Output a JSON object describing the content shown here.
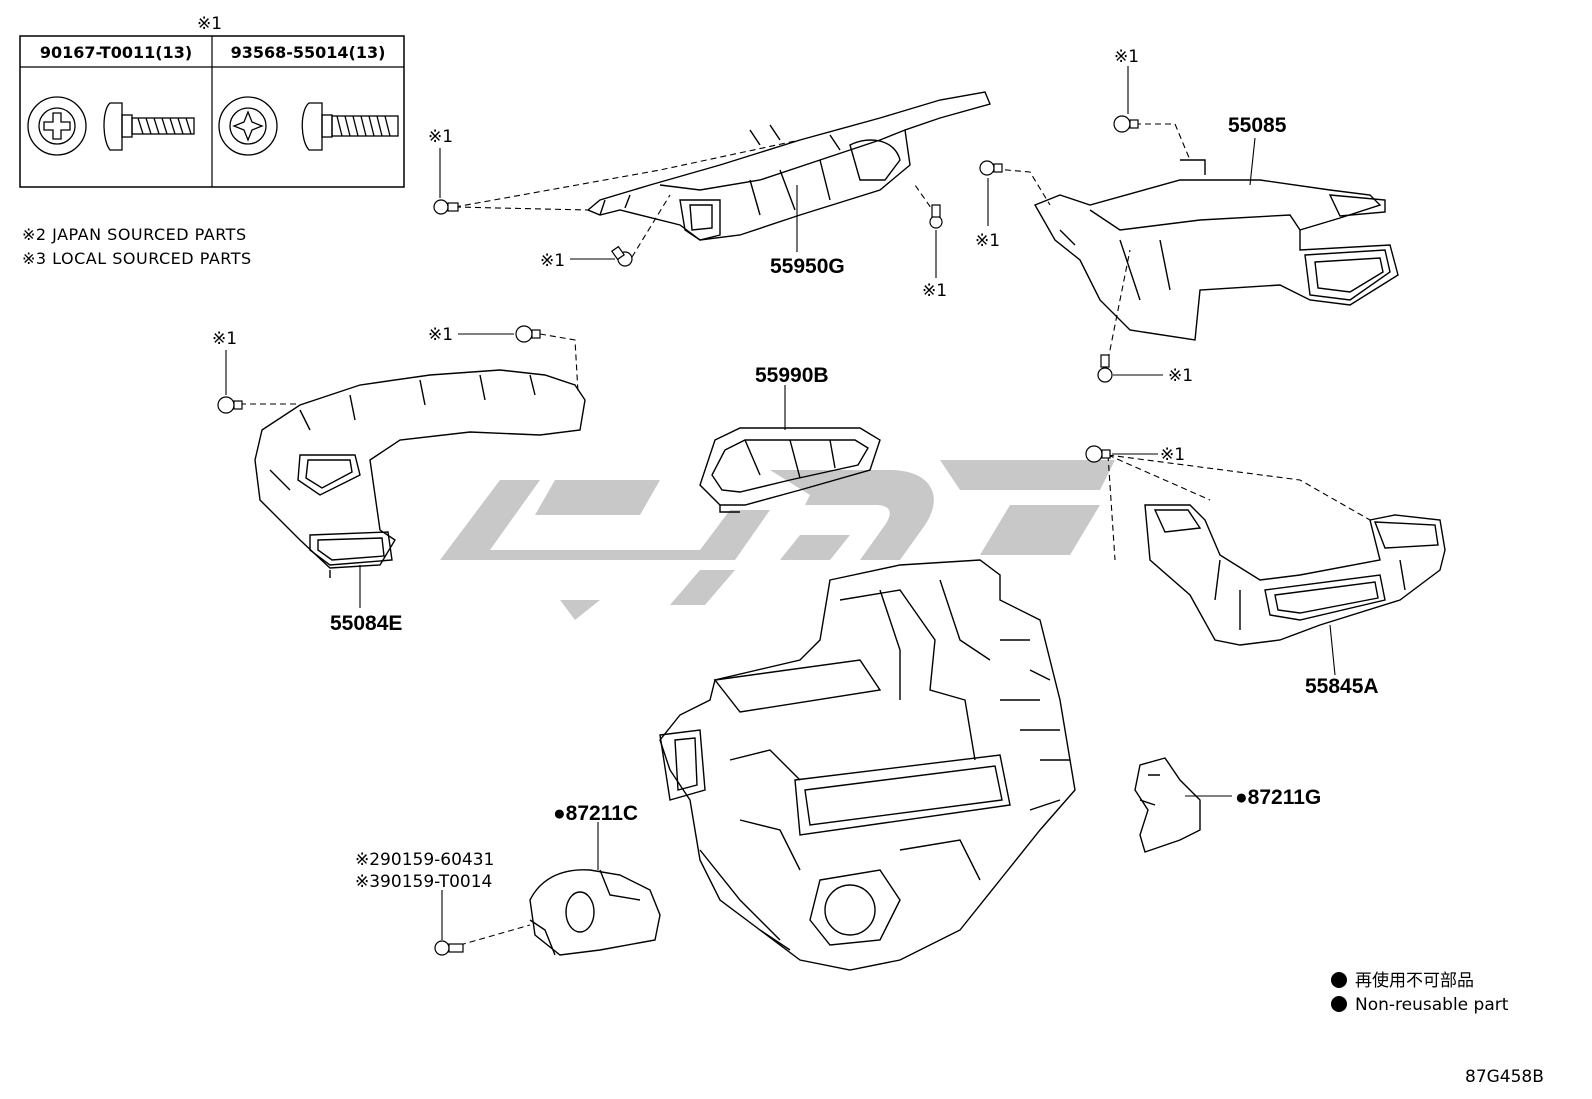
{
  "fastener_table": {
    "top_mark": "※1",
    "col1_part": "90167-T0011(13)",
    "col2_part": "93568-55014(13)"
  },
  "notes": {
    "japan": "※2 JAPAN SOURCED PARTS",
    "local": "※3 LOCAL SOURCED PARTS"
  },
  "callout_mark": "※1",
  "parts": {
    "p55950G": "55950G",
    "p55085": "55085",
    "p55990B": "55990B",
    "p55084E": "55084E",
    "p55845A": "55845A",
    "p87211C": "●87211C",
    "p87211G": "●87211G",
    "bolt_japan": "※290159-60431",
    "bolt_local": "※390159-T0014"
  },
  "legend": {
    "jp": "再使用不可部品",
    "en": "Non-reusable part"
  },
  "diagram_id": "87G458B"
}
